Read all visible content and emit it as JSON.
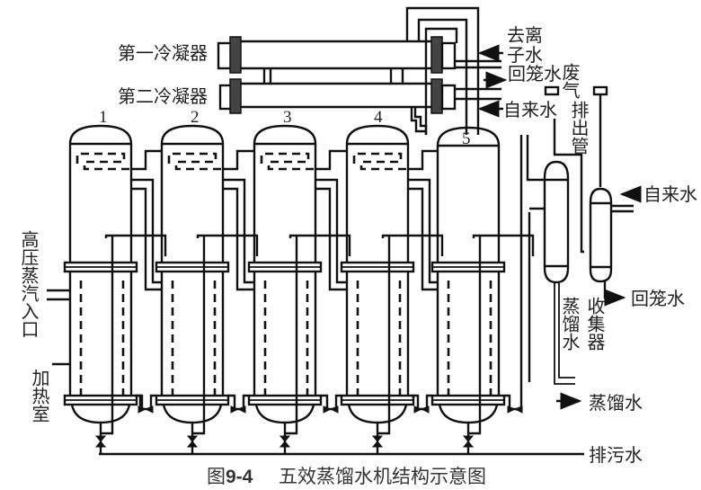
{
  "diagram": {
    "caption": {
      "figure_label": "图9-4",
      "title": "五效蒸馏水机结构示意图"
    },
    "condensers": [
      {
        "label": "第一冷凝器"
      },
      {
        "label": "第二冷凝器"
      }
    ],
    "columns": [
      {
        "number": "1",
        "has_preheater_coil": true
      },
      {
        "number": "2",
        "has_preheater_coil": true
      },
      {
        "number": "3",
        "has_preheater_coil": true
      },
      {
        "number": "4",
        "has_preheater_coil": true
      },
      {
        "number": "5",
        "has_preheater_coil": false
      }
    ],
    "labels": {
      "steam_inlet": "高压蒸汽入口",
      "heating_chamber": "加热室",
      "deionized_water": [
        "去离",
        "子水"
      ],
      "return_water_top": "回笼水",
      "tap_water_top": "自来水",
      "exhaust_gas": "废气",
      "exhaust_pipe": "排出管",
      "tap_water_right": "自来水",
      "distilled_water_vertical": "蒸馏水",
      "collector": "收集器",
      "return_water_right": "回笼水",
      "distilled_water_out": "蒸馏水",
      "sewage": "排污水"
    },
    "flows": [
      {
        "label": "去离子水",
        "direction": "in"
      },
      {
        "label": "回笼水",
        "direction": "out"
      },
      {
        "label": "自来水",
        "direction": "in"
      },
      {
        "label": "自来水",
        "direction": "in",
        "target": "收集器"
      },
      {
        "label": "回笼水",
        "direction": "out",
        "source": "收集器"
      },
      {
        "label": "蒸馏水",
        "direction": "out"
      },
      {
        "label": "排污水",
        "direction": "out"
      }
    ]
  }
}
